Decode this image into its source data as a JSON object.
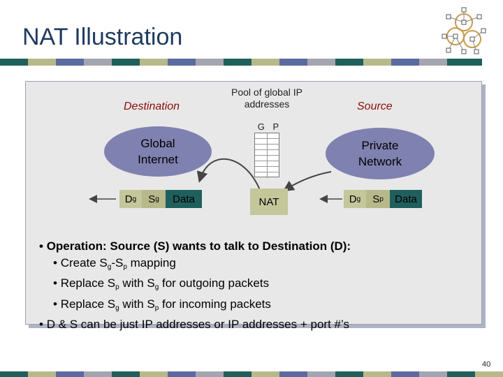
{
  "slide": {
    "title": "NAT Illustration",
    "page_number": "40"
  },
  "diagram": {
    "destination_label": "Destination",
    "source_label": "Source",
    "pool_label_line1": "Pool of global IP",
    "pool_label_line2": "addresses",
    "pool_columns": "G P",
    "global_line1": "Global",
    "global_line2": "Internet",
    "private_line1": "Private",
    "private_line2": "Network",
    "nat_label": "NAT",
    "left_packet": {
      "d": "D",
      "d_sub": "g",
      "s": "S",
      "s_sub": "g",
      "data": "Data"
    },
    "right_packet": {
      "d": "D",
      "d_sub": "g",
      "s": "S",
      "s_sub": "p",
      "data": "Data"
    }
  },
  "bullets": {
    "b1": "Operation: Source (S) wants to talk to Destination (D):",
    "s1_pre": "Create S",
    "s1_sub1": "g",
    "s1_mid": "-S",
    "s1_sub2": "p",
    "s1_post": " mapping",
    "s2_pre": "Replace S",
    "s2_sub1": "p",
    "s2_mid": " with S",
    "s2_sub2": "g",
    "s2_post": " for outgoing packets",
    "s3_pre": "Replace S",
    "s3_sub1": "g",
    "s3_mid": " with S",
    "s3_sub2": "p",
    "s3_post": " for incoming packets",
    "b2": "D & S can be just IP addresses or IP addresses + port #’s"
  },
  "colors": {
    "title": "#1e3a5f",
    "accent_red": "#8b0a0a",
    "ellipse": "#7f81b0",
    "nat_box": "#c3c79a",
    "bar_teal": "#1f5f5c",
    "bar_olive": "#b7b98a",
    "bar_blue": "#5b6aa0",
    "bar_gray": "#a3a6b0",
    "bar_brown": "#c89b4a"
  }
}
